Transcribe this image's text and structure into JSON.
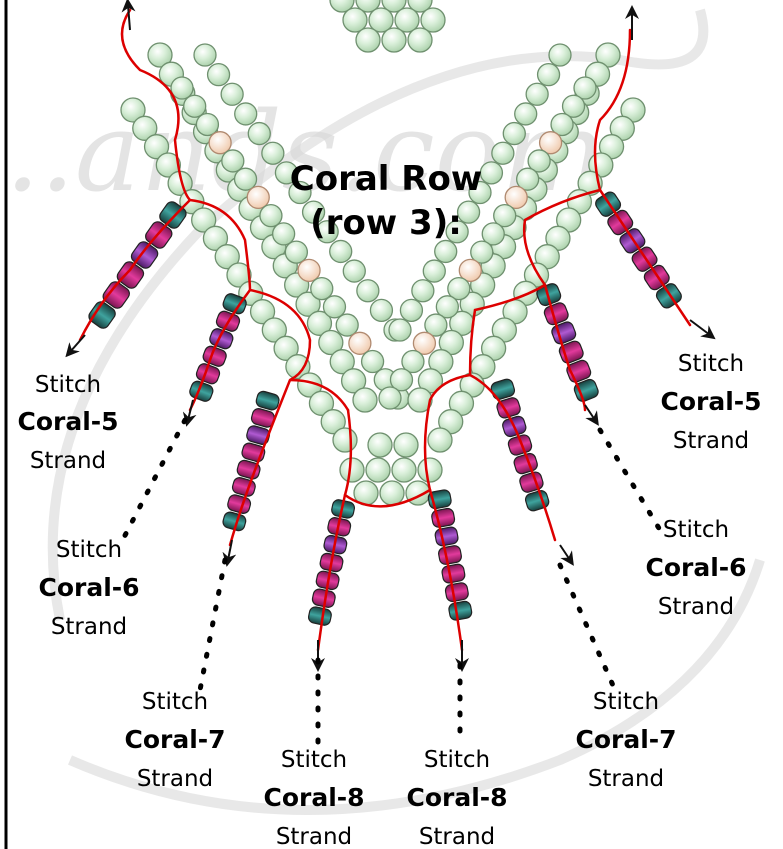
{
  "title": {
    "line1": "Coral Row",
    "line2": "(row 3):"
  },
  "watermark": "...ands.com",
  "labels": [
    {
      "line1": "Stitch",
      "line2": "Coral-5",
      "line3": "Strand"
    },
    {
      "line1": "Stitch",
      "line2": "Coral-6",
      "line3": "Strand"
    },
    {
      "line1": "Stitch",
      "line2": "Coral-7",
      "line3": "Strand"
    },
    {
      "line1": "Stitch",
      "line2": "Coral-8",
      "line3": "Strand"
    },
    {
      "line1": "Stitch",
      "line2": "Coral-8",
      "line3": "Strand"
    },
    {
      "line1": "Stitch",
      "line2": "Coral-7",
      "line3": "Strand"
    },
    {
      "line1": "Stitch",
      "line2": "Coral-6",
      "line3": "Strand"
    },
    {
      "line1": "Stitch",
      "line2": "Coral-5",
      "line3": "Strand"
    }
  ],
  "colors": {
    "seed_bead": "#cfe8cf",
    "seed_bead_stroke": "#7f9f7f",
    "accent_bead": "#f6d6c2",
    "thread": "#dd0000",
    "strand_magenta": "#c0257a",
    "strand_purple": "#8b2a8e",
    "strand_teal": "#2f7d7a",
    "pointer_dots": "#000000"
  },
  "icons": [
    "needle-arrow-icon"
  ]
}
